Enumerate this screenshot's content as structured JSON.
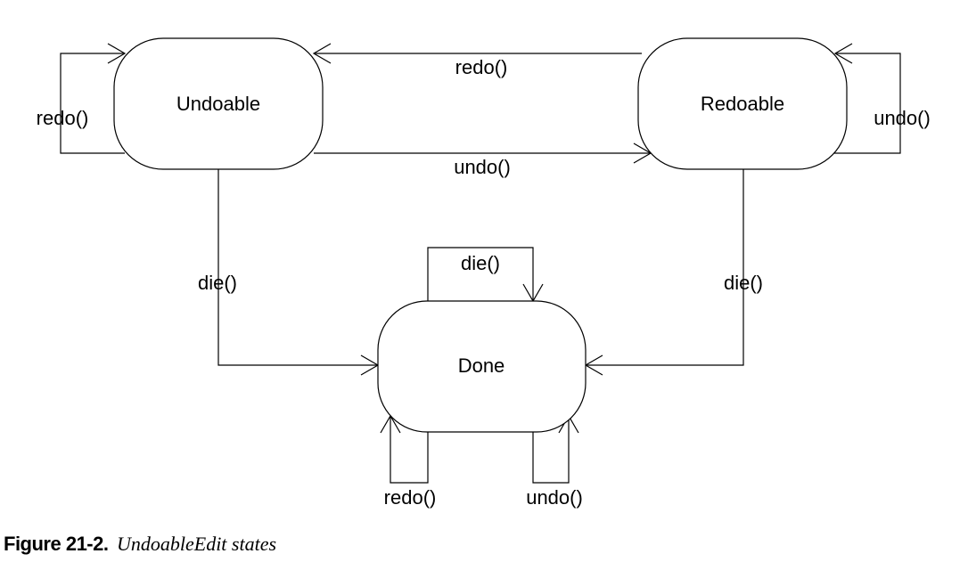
{
  "states": {
    "undoable": "Undoable",
    "redoable": "Redoable",
    "done": "Done"
  },
  "edges": {
    "undoable_self": "redo()",
    "redoable_to_undoable": "redo()",
    "undoable_to_redoable": "undo()",
    "redoable_self": "undo()",
    "undoable_to_done": "die()",
    "redoable_to_done": "die()",
    "done_self_die": "die()",
    "done_self_redo": "redo()",
    "done_self_undo": "undo()"
  },
  "caption": {
    "label": "Figure 21-2.",
    "title": "UndoableEdit states"
  }
}
